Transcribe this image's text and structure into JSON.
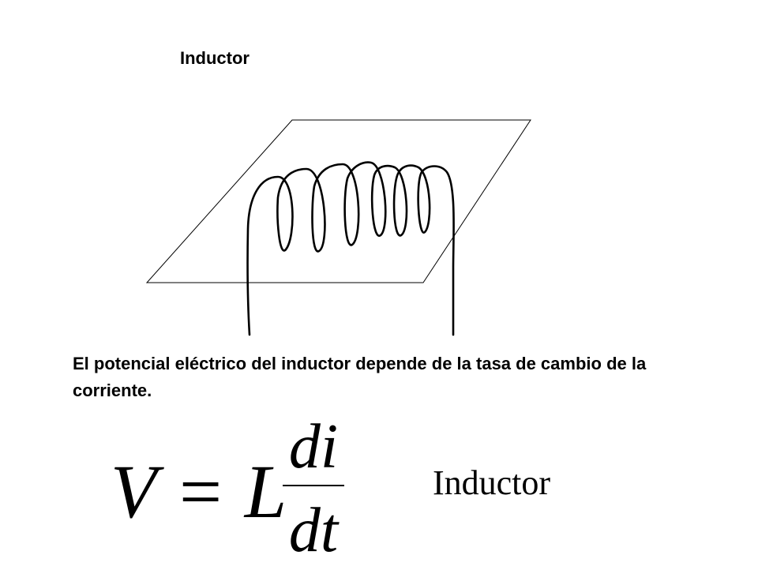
{
  "title": "Inductor",
  "description": "El potencial eléctrico del inductor depende de la tasa de cambio de la corriente.",
  "equation": {
    "lhs": "V = L",
    "numerator": "di",
    "denominator": "dt"
  },
  "side_label": "Inductor"
}
